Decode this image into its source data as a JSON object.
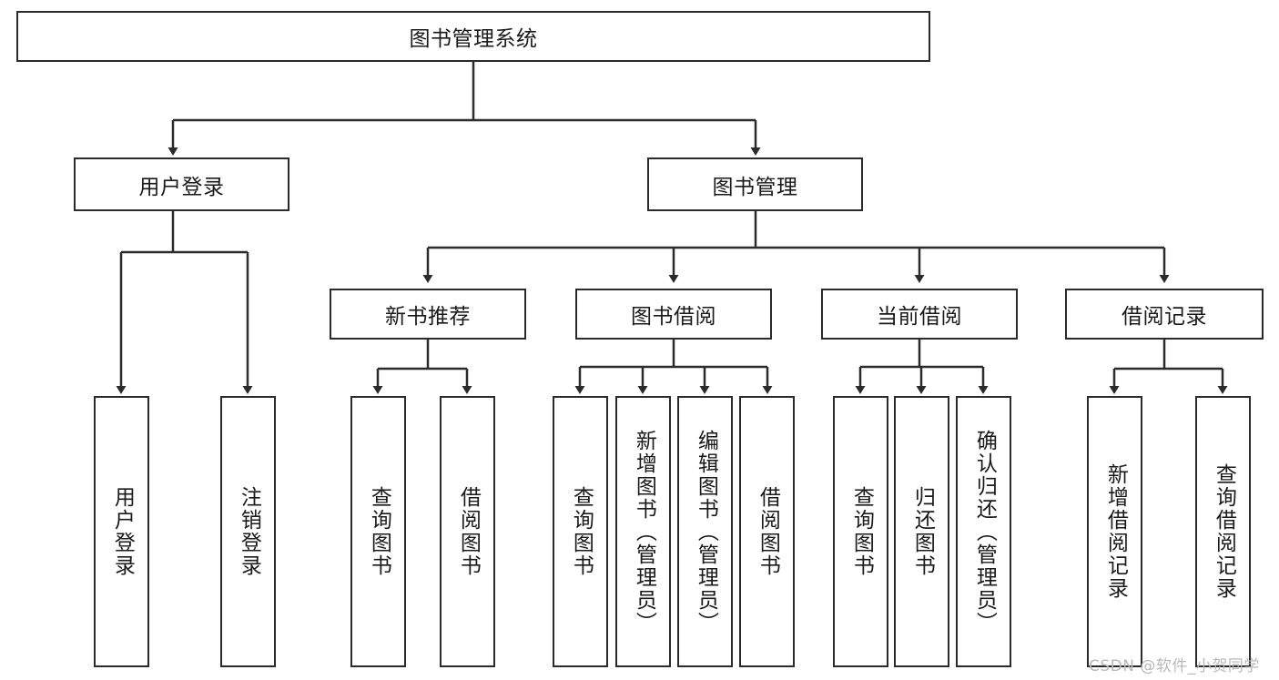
{
  "diagram": {
    "title": "图书管理系统",
    "type": "hierarchy-tree",
    "orientation": "top-down",
    "colors": {
      "box_border": "#2b2b2b",
      "box_fill": "#ffffff",
      "edge": "#2b2b2b",
      "text": "#1a1a1a",
      "watermark": "#b9b9b9",
      "background": "#ffffff"
    },
    "nodes": {
      "root": {
        "label": "图书管理系统",
        "level": 0,
        "orientation": "horizontal"
      },
      "l1": [
        {
          "id": "user-login",
          "label": "用户登录",
          "level": 1,
          "orientation": "horizontal"
        },
        {
          "id": "book-manage",
          "label": "图书管理",
          "level": 1,
          "orientation": "horizontal"
        }
      ],
      "l2": [
        {
          "id": "new-book-rec",
          "label": "新书推荐",
          "level": 2,
          "orientation": "horizontal",
          "parent": "book-manage"
        },
        {
          "id": "book-borrow",
          "label": "图书借阅",
          "level": 2,
          "orientation": "horizontal",
          "parent": "book-manage"
        },
        {
          "id": "current-borrow",
          "label": "当前借阅",
          "level": 2,
          "orientation": "horizontal",
          "parent": "book-manage"
        },
        {
          "id": "borrow-record",
          "label": "借阅记录",
          "level": 2,
          "orientation": "horizontal",
          "parent": "book-manage"
        }
      ],
      "leaves": [
        {
          "id": "leaf-user-login",
          "label": "用户登录",
          "parent": "user-login",
          "orientation": "vertical"
        },
        {
          "id": "leaf-user-logout",
          "label": "注销登录",
          "parent": "user-login",
          "orientation": "vertical"
        },
        {
          "id": "leaf-query-book-rec",
          "label": "查询图书",
          "parent": "new-book-rec",
          "orientation": "vertical"
        },
        {
          "id": "leaf-borrow-book-rec",
          "label": "借阅图书",
          "parent": "new-book-rec",
          "orientation": "vertical"
        },
        {
          "id": "leaf-query-book-borrow",
          "label": "查询图书",
          "parent": "book-borrow",
          "orientation": "vertical"
        },
        {
          "id": "leaf-add-book",
          "label": "新增图书（管理员）",
          "parent": "book-borrow",
          "orientation": "vertical"
        },
        {
          "id": "leaf-edit-book",
          "label": "编辑图书（管理员）",
          "parent": "book-borrow",
          "orientation": "vertical"
        },
        {
          "id": "leaf-borrow-book",
          "label": "借阅图书",
          "parent": "book-borrow",
          "orientation": "vertical"
        },
        {
          "id": "leaf-query-book-current",
          "label": "查询图书",
          "parent": "current-borrow",
          "orientation": "vertical"
        },
        {
          "id": "leaf-return-book",
          "label": "归还图书",
          "parent": "current-borrow",
          "orientation": "vertical"
        },
        {
          "id": "leaf-confirm-return",
          "label": "确认归还（管理员）",
          "parent": "current-borrow",
          "orientation": "vertical"
        },
        {
          "id": "leaf-add-record",
          "label": "新增借阅记录",
          "parent": "borrow-record",
          "orientation": "vertical"
        },
        {
          "id": "leaf-query-record",
          "label": "查询借阅记录",
          "parent": "borrow-record",
          "orientation": "vertical"
        }
      ]
    },
    "watermark": "CSDN @软件_小贺同学"
  }
}
